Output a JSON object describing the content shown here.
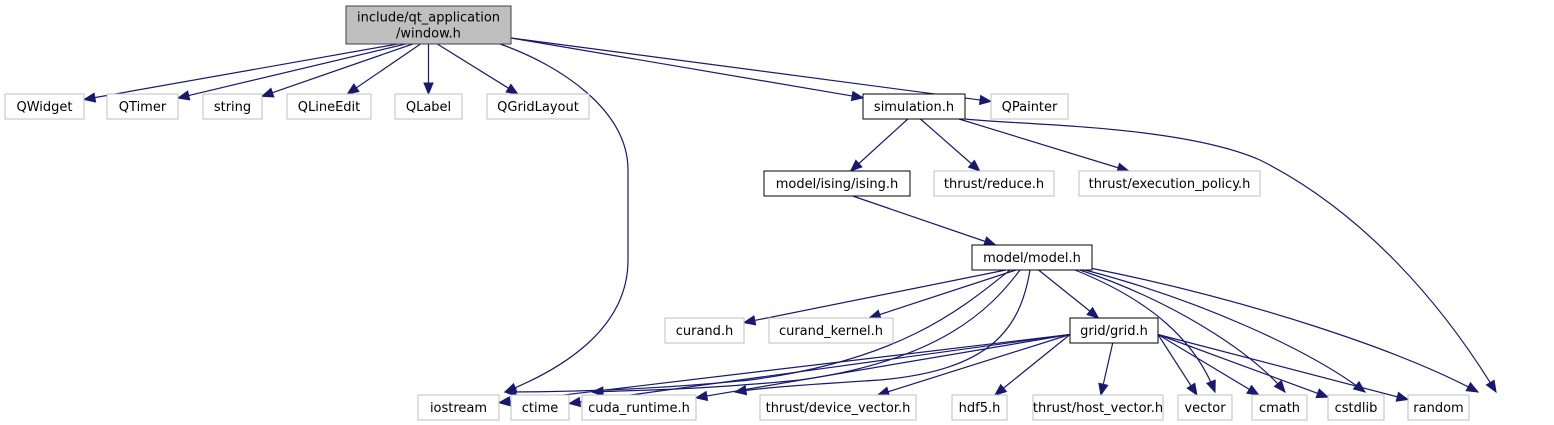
{
  "title": "Include dependency graph for include/qt_application/window.h",
  "colors": {
    "edge": "#191970",
    "root_fill": "#bfbfbf",
    "root_border": "#404040",
    "documented_border": "#000000",
    "external_border": "#bfbfbf"
  },
  "nodes": [
    {
      "id": "window",
      "label": [
        "include/qt_application",
        "/window.h"
      ],
      "kind": "root"
    },
    {
      "id": "QWidget",
      "label": [
        "QWidget"
      ],
      "kind": "external"
    },
    {
      "id": "QTimer",
      "label": [
        "QTimer"
      ],
      "kind": "external"
    },
    {
      "id": "string",
      "label": [
        "string"
      ],
      "kind": "external"
    },
    {
      "id": "QLineEdit",
      "label": [
        "QLineEdit"
      ],
      "kind": "external"
    },
    {
      "id": "QLabel",
      "label": [
        "QLabel"
      ],
      "kind": "external"
    },
    {
      "id": "QGridLayout",
      "label": [
        "QGridLayout"
      ],
      "kind": "external"
    },
    {
      "id": "simulation",
      "label": [
        "simulation.h"
      ],
      "kind": "documented"
    },
    {
      "id": "QPainter",
      "label": [
        "QPainter"
      ],
      "kind": "external"
    },
    {
      "id": "ising",
      "label": [
        "model/ising/ising.h"
      ],
      "kind": "documented"
    },
    {
      "id": "reduce",
      "label": [
        "thrust/reduce.h"
      ],
      "kind": "external"
    },
    {
      "id": "exec_policy",
      "label": [
        "thrust/execution_policy.h"
      ],
      "kind": "external"
    },
    {
      "id": "model",
      "label": [
        "model/model.h"
      ],
      "kind": "documented"
    },
    {
      "id": "curand",
      "label": [
        "curand.h"
      ],
      "kind": "external"
    },
    {
      "id": "curand_kernel",
      "label": [
        "curand_kernel.h"
      ],
      "kind": "external"
    },
    {
      "id": "grid",
      "label": [
        "grid/grid.h"
      ],
      "kind": "documented"
    },
    {
      "id": "iostream",
      "label": [
        "iostream"
      ],
      "kind": "external"
    },
    {
      "id": "ctime",
      "label": [
        "ctime"
      ],
      "kind": "external"
    },
    {
      "id": "cuda_runtime",
      "label": [
        "cuda_runtime.h"
      ],
      "kind": "external"
    },
    {
      "id": "device_vector",
      "label": [
        "thrust/device_vector.h"
      ],
      "kind": "external"
    },
    {
      "id": "hdf5",
      "label": [
        "hdf5.h"
      ],
      "kind": "external"
    },
    {
      "id": "host_vector",
      "label": [
        "thrust/host_vector.h"
      ],
      "kind": "external"
    },
    {
      "id": "vector",
      "label": [
        "vector"
      ],
      "kind": "external"
    },
    {
      "id": "cmath",
      "label": [
        "cmath"
      ],
      "kind": "external"
    },
    {
      "id": "cstdlib",
      "label": [
        "cstdlib"
      ],
      "kind": "external"
    },
    {
      "id": "random",
      "label": [
        "random"
      ],
      "kind": "external"
    }
  ],
  "edges": [
    [
      "window",
      "QWidget"
    ],
    [
      "window",
      "QTimer"
    ],
    [
      "window",
      "string"
    ],
    [
      "window",
      "QLineEdit"
    ],
    [
      "window",
      "QLabel"
    ],
    [
      "window",
      "QGridLayout"
    ],
    [
      "window",
      "iostream"
    ],
    [
      "window",
      "simulation"
    ],
    [
      "window",
      "QPainter"
    ],
    [
      "simulation",
      "ising"
    ],
    [
      "simulation",
      "reduce"
    ],
    [
      "simulation",
      "exec_policy"
    ],
    [
      "simulation",
      "random"
    ],
    [
      "ising",
      "model"
    ],
    [
      "model",
      "curand"
    ],
    [
      "model",
      "curand_kernel"
    ],
    [
      "model",
      "grid"
    ],
    [
      "model",
      "iostream"
    ],
    [
      "model",
      "ctime"
    ],
    [
      "model",
      "cuda_runtime"
    ],
    [
      "model",
      "vector"
    ],
    [
      "model",
      "cmath"
    ],
    [
      "model",
      "cstdlib"
    ],
    [
      "model",
      "random"
    ],
    [
      "grid",
      "iostream"
    ],
    [
      "grid",
      "ctime"
    ],
    [
      "grid",
      "cuda_runtime"
    ],
    [
      "grid",
      "device_vector"
    ],
    [
      "grid",
      "hdf5"
    ],
    [
      "grid",
      "host_vector"
    ],
    [
      "grid",
      "vector"
    ],
    [
      "grid",
      "cmath"
    ],
    [
      "grid",
      "cstdlib"
    ],
    [
      "grid",
      "random"
    ]
  ]
}
